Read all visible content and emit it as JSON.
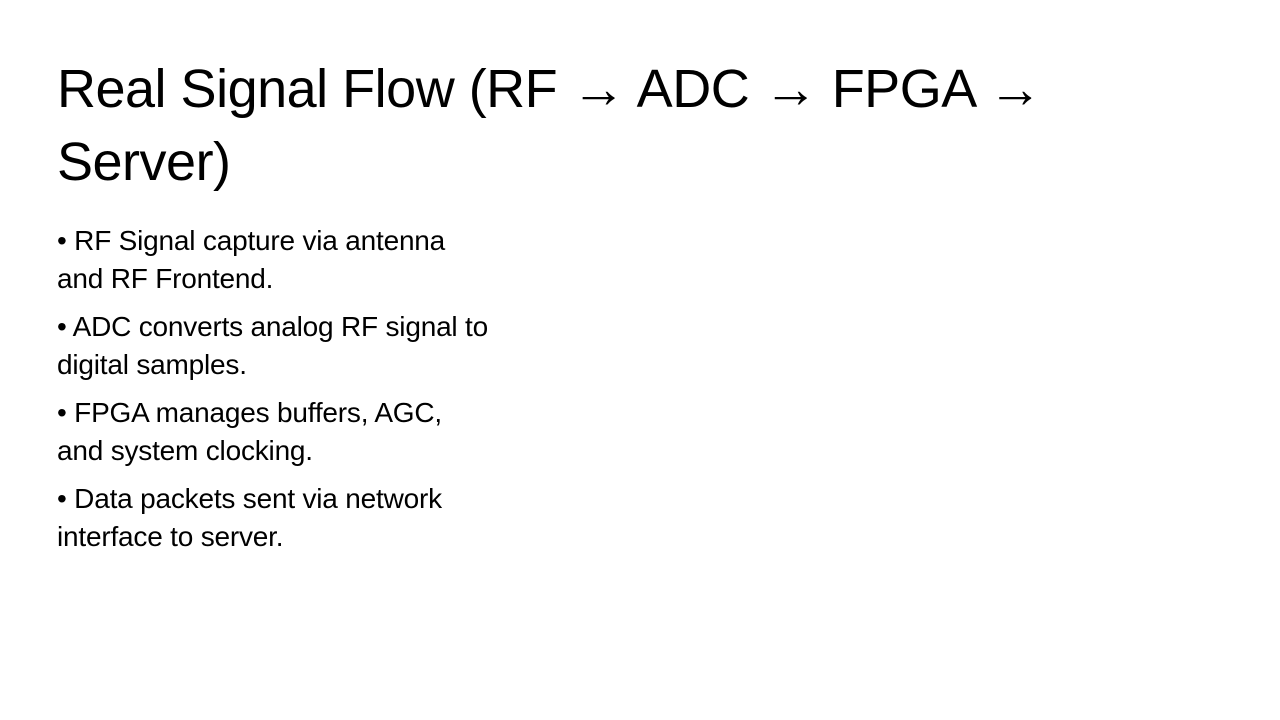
{
  "slide": {
    "title": "Real Signal Flow (RF → ADC → FPGA →\nServer)",
    "bullets": [
      {
        "text": "• RF Signal capture via antenna\nand RF Frontend."
      },
      {
        "text": "• ADC converts analog RF signal to\ndigital samples."
      },
      {
        "text": "• FPGA manages buffers, AGC,\nand system clocking."
      },
      {
        "text": "• Data packets sent via network\ninterface to server."
      }
    ],
    "colors": {
      "background": "#ffffff",
      "text": "#000000"
    }
  }
}
